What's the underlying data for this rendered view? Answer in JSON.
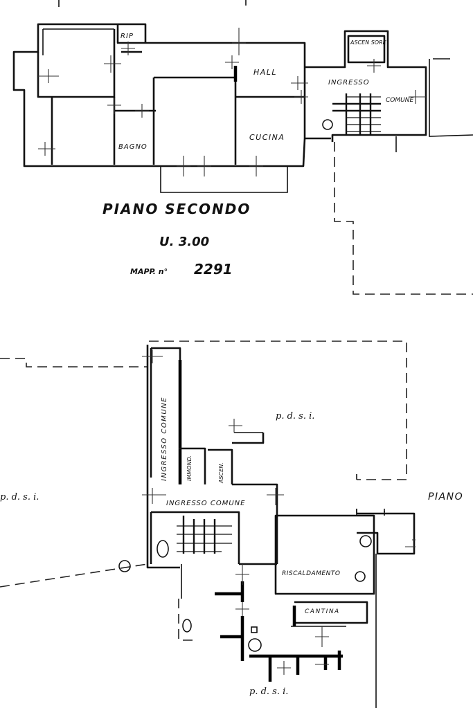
{
  "upper_plan": {
    "rooms": {
      "rip": "RIP",
      "ascensore": "ASCEN SORE",
      "hall": "HALL",
      "ingresso": "INGRESSO",
      "comune": "COMUNE",
      "bagno": "BAGNO",
      "cucina": "CUCINA"
    },
    "title": "PIANO SECONDO",
    "unit": "U. 3.00",
    "mapp_label": "MAPP. n°",
    "mapp_number": "2291"
  },
  "lower_plan": {
    "rooms": {
      "pdsi_top": "p. d. s. i.",
      "ingresso_comune_vertical": "INGRESSO COMUNE",
      "immondizia": "IMMOND.",
      "ascensore": "ASCEN.",
      "pdsi_left": "p. d. s. i.",
      "ingresso_comune": "INGRESSO COMUNE",
      "riscaldamento": "RISCALDAMENTO",
      "cantina": "CANTINA",
      "pdsi_bottom": "p. d. s. i."
    },
    "edge_label": "PIANO"
  }
}
